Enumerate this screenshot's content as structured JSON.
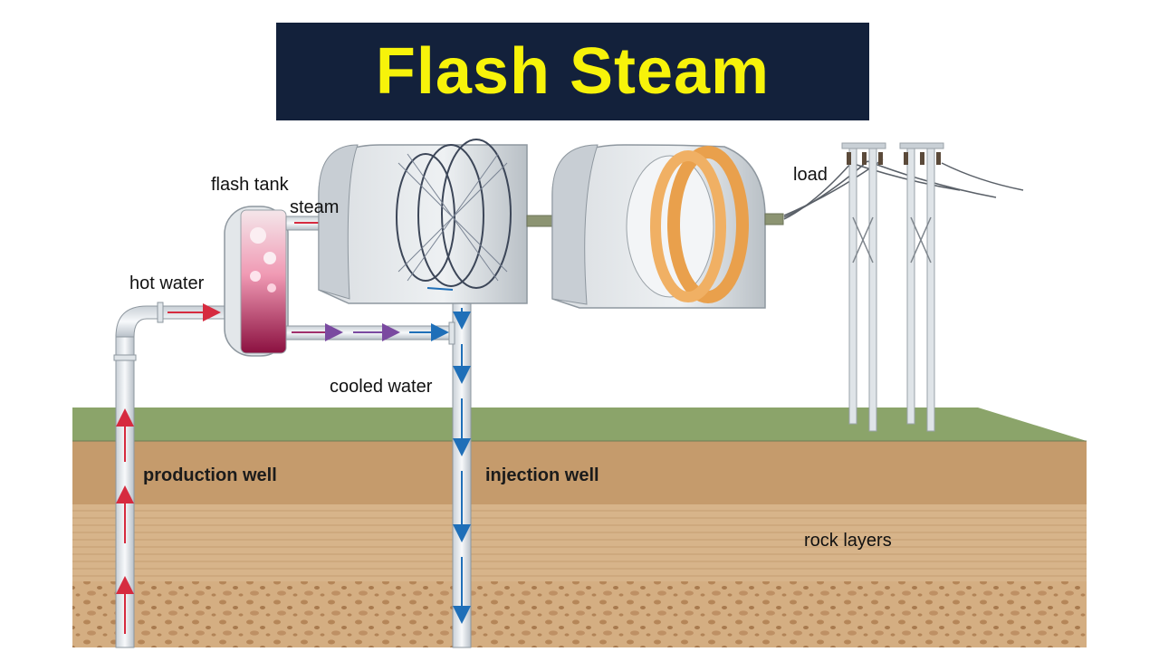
{
  "title": "Flash Steam",
  "labels": {
    "flash_tank": "flash tank",
    "steam": "steam",
    "hot_water": "hot water",
    "cooled_water": "cooled water",
    "load": "load",
    "production_well": "production well",
    "injection_well": "injection well",
    "rock_layers": "rock layers"
  },
  "colors": {
    "banner_bg": "#13213b",
    "title": "#f7f30a",
    "hot_arrow": "#d62b3f",
    "cool_arrow": "#1f6fb8",
    "ground_surface": "#8ba46a",
    "soil": "#c49a6c"
  }
}
